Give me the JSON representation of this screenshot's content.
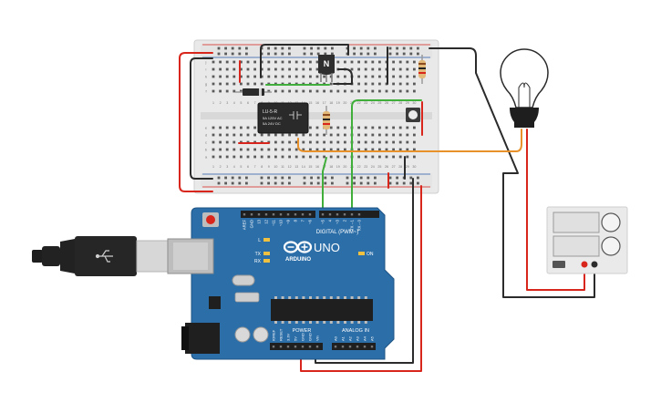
{
  "breadboard": {
    "column_numbers": [
      "1",
      "2",
      "3",
      "4",
      "5",
      "6",
      "7",
      "8",
      "9",
      "10",
      "11",
      "12",
      "13",
      "14",
      "15",
      "16",
      "17",
      "18",
      "19",
      "20",
      "21",
      "22",
      "23",
      "24",
      "25",
      "26",
      "27",
      "28",
      "29",
      "30"
    ],
    "row_letters_top": [
      "j",
      "i",
      "h",
      "g",
      "f"
    ],
    "row_letters_bottom": [
      "e",
      "d",
      "c",
      "b",
      "a"
    ]
  },
  "transistor": {
    "label": "N"
  },
  "relay": {
    "title": "LU-5-R",
    "line1": "5A 125V AC",
    "line2": "5A 24V DC"
  },
  "arduino": {
    "logo_text": "ARDUINO",
    "model": "UNO",
    "digital_label": "DIGITAL (PWM~)",
    "digital_pins": [
      "AREF",
      "GND",
      "13",
      "12",
      "~11",
      "~10",
      "~9",
      "8",
      "7",
      "~6",
      "~5",
      "4",
      "~3",
      "2",
      "TX→1",
      "RX←0"
    ],
    "power_label": "POWER",
    "power_pins": [
      "IOREF",
      "RESET",
      "3.3V",
      "5V",
      "GND",
      "GND",
      "Vin"
    ],
    "analog_label": "ANALOG IN",
    "analog_pins": [
      "A0",
      "A1",
      "A2",
      "A3",
      "A4",
      "A5"
    ],
    "led_labels": {
      "l": "L",
      "tx": "TX",
      "rx": "RX",
      "on": "ON"
    }
  },
  "colors": {
    "wire_black": "#2b2b2b",
    "wire_red": "#d9261c",
    "wire_green": "#3fae3a",
    "wire_orange": "#e8902a",
    "arduino_blue": "#2c6ea8",
    "breadboard": "#e9e9e9"
  }
}
